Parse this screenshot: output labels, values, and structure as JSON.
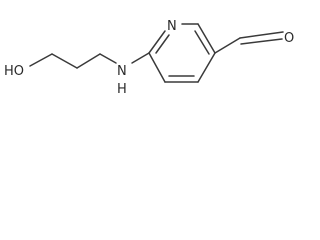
{
  "molecule": {
    "atoms": {
      "hydroxyl": "HO",
      "amine": "N",
      "amine_h": "H",
      "ring_n": "N",
      "aldehyde_o": "O"
    }
  }
}
